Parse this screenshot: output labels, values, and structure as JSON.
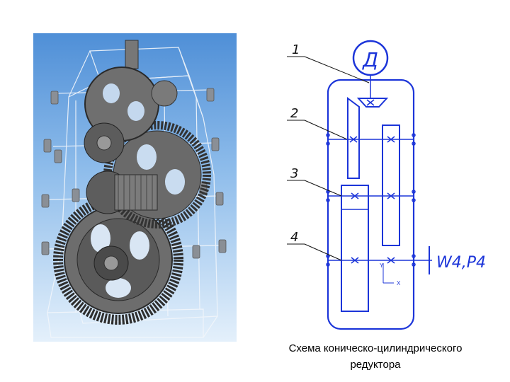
{
  "scheme": {
    "motor_label": "Д",
    "shaft_labels": [
      "1",
      "2",
      "3",
      "4"
    ],
    "output_label": "W4,P4",
    "axis_y": "Y",
    "axis_x": "X"
  },
  "caption": {
    "line1": "Схема коническо-цилиндрического",
    "line2": "редуктора"
  },
  "colors": {
    "scheme_line": "#1c35d9",
    "leader_line": "#111111",
    "render_bg_top": "#4f8fd7",
    "render_bg_bottom": "#e4f0fb",
    "gear_dark": "#3b3b3b"
  }
}
